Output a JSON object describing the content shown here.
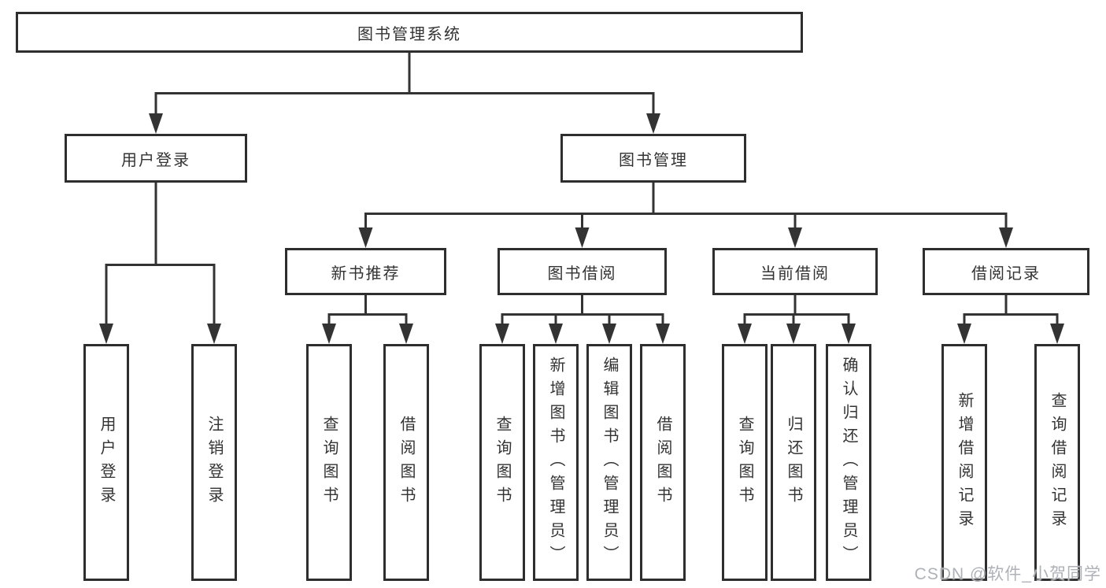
{
  "diagram": {
    "root": {
      "label": "图书管理系统"
    },
    "level2": {
      "user_login": {
        "label": "用户登录"
      },
      "book_mgmt": {
        "label": "图书管理"
      }
    },
    "level3": {
      "new_book": {
        "label": "新书推荐"
      },
      "book_borrow": {
        "label": "图书借阅"
      },
      "current_borrow": {
        "label": "当前借阅"
      },
      "borrow_records": {
        "label": "借阅记录"
      }
    },
    "leaves": {
      "user_login_leaf": {
        "label": "用户登录"
      },
      "logout": {
        "label": "注销登录"
      },
      "nb_query_book": {
        "label": "查询图书"
      },
      "nb_borrow_book": {
        "label": "借阅图书"
      },
      "bb_query_book": {
        "label": "查询图书"
      },
      "bb_add_book": {
        "label": "新增图书（管理员）"
      },
      "bb_edit_book": {
        "label": "编辑图书（管理员）"
      },
      "bb_borrow_book": {
        "label": "借阅图书"
      },
      "cb_query_book": {
        "label": "查询图书"
      },
      "cb_return_book": {
        "label": "归还图书"
      },
      "cb_confirm_return": {
        "label": "确认归还（管理员）"
      },
      "rec_add_record": {
        "label": "新增借阅记录"
      },
      "rec_query_record": {
        "label": "查询借阅记录"
      }
    }
  },
  "watermark": {
    "text": "CSDN @软件_小贺同学"
  },
  "colors": {
    "line": "#333333",
    "border": "#2e2e2e",
    "text": "#333333",
    "watermark": "#aeb2b8",
    "background": "#ffffff"
  }
}
